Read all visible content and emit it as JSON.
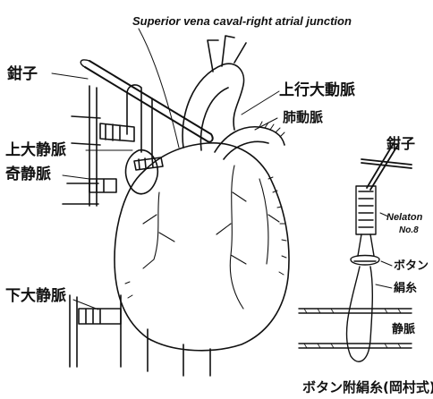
{
  "labels": {
    "superior_vena_caval_junction": "Superior vena caval-right atrial junction",
    "forceps_left": "鉗子",
    "ascending_aorta": "上行大動脈",
    "pulmonary_artery": "肺動脈",
    "superior_vena_cava": "上大静脈",
    "azygos_vein": "奇静脈",
    "inferior_vena_cava": "下大静脈",
    "forceps_right": "鉗子",
    "nelaton": "Nelaton",
    "nelaton_size": "No.8",
    "button": "ボタン",
    "silk_thread": "絹糸",
    "vein": "静脈",
    "caption": "ボタン附絹糸(岡村式)"
  },
  "colors": {
    "ink": "#111111",
    "background": "#ffffff"
  }
}
